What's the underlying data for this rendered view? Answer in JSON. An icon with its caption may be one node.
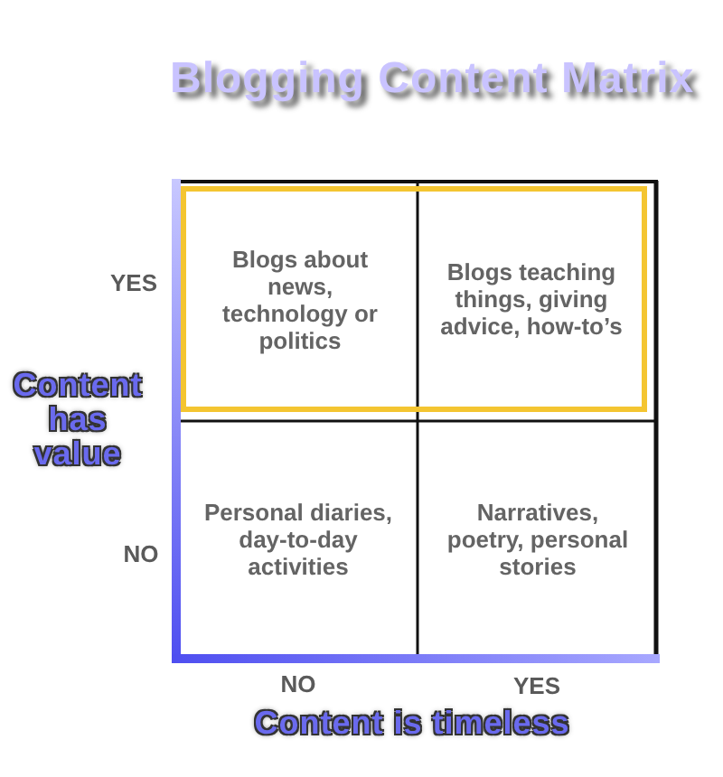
{
  "diagram": {
    "title": "Blogging Content Matrix",
    "nodes": [
      {
        "text": [],
        "shape": "box"
      },
      {
        "text": [
          "Blogs about news, technology or politics"
        ],
        "in": 0
      },
      {
        "text": [
          "Blogs teaching things, giving advice, how-to’s"
        ],
        "in": 0
      },
      {
        "text": [
          "Personal diaries, day-to-day activities"
        ]
      },
      {
        "text": [
          "Narratives, poetry, personal stories"
        ]
      }
    ],
    "labels": [
      "YES",
      "Content has value",
      "NO",
      "NO",
      "YES",
      "Content is timeless"
    ]
  }
}
